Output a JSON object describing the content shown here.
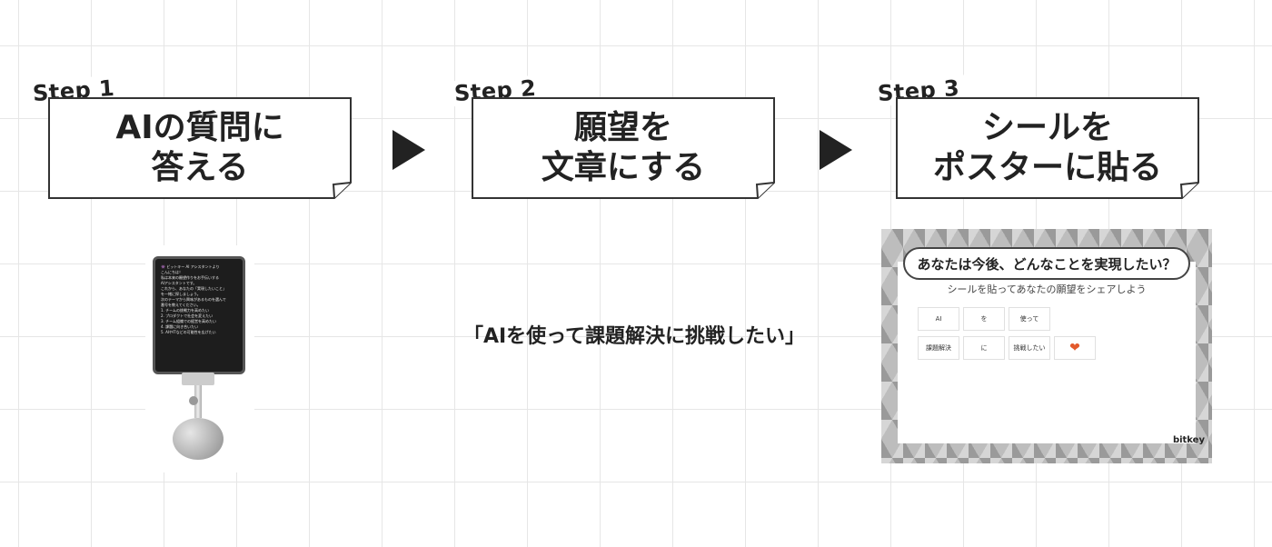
{
  "steps": [
    {
      "label": "Step 1",
      "title_line1": "AIの質問に",
      "title_line2": "答える"
    },
    {
      "label": "Step 2",
      "title_line1": "願望を",
      "title_line2": "文章にする"
    },
    {
      "label": "Step 3",
      "title_line1": "シールを",
      "title_line2": "ポスターに貼る"
    }
  ],
  "tablet": {
    "lines": [
      "👾 ビットキー AI アシスタントより",
      "こんにちは！",
      "私は本来の願望作りをお手伝いする",
      "AIアシスタントです。",
      "これから、あなたの「実現したいこと」",
      "を一緒に探しましょう。",
      "次のテーマから興味があるものを選んで",
      "番号を教えてください。",
      "",
      "1. チームの挑戦力を高めたい",
      "2. プロダクトで社会を変えたい",
      "3. チーム組織での経営を高めたい",
      "4. 課題に向き合いたい",
      "5. AIやITなどの可能性を広げたい"
    ]
  },
  "quote": "「AIを使って課題解決に挑戦したい」",
  "poster": {
    "heading": "あなたは今後、どんなことを実現したい？",
    "subheading": "シールを貼ってあなたの願望をシェアしよう",
    "row1": [
      "AI",
      "を",
      "使って"
    ],
    "row2": [
      "課題解決",
      "に",
      "挑戦したい"
    ],
    "sticker_icon": "heart-sticker-icon",
    "logo": "bitkey"
  }
}
